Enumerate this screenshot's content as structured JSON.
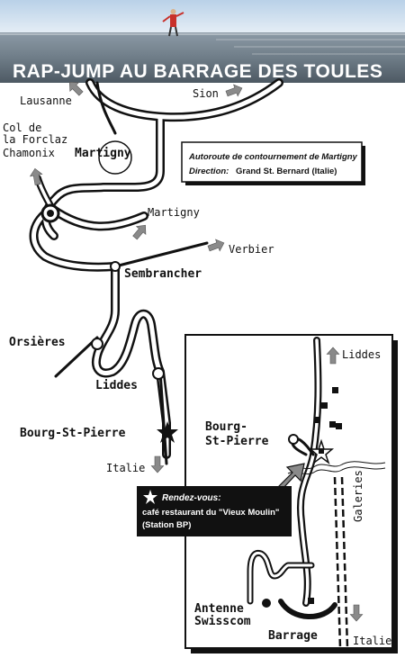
{
  "banner": {
    "title": "RAP-JUMP AU BARRAGE DES TOULES"
  },
  "places": {
    "lausanne": "Lausanne",
    "sion": "Sion",
    "col_forclaz_1": "Col de",
    "col_forclaz_2": "la Forclaz",
    "chamonix": "Chamonix",
    "martigny_top": "Martigny",
    "martigny_exit": "Martigny",
    "verbier": "Verbier",
    "sembrancher": "Sembrancher",
    "orsieres": "Orsières",
    "liddes": "Liddes",
    "bourg_st_pierre": "Bourg-St-Pierre",
    "italie": "Italie"
  },
  "info_box": {
    "line1": "Autoroute de contournement de Martigny",
    "line2_label": "Direction:",
    "line2_value": "Grand St. Bernard (Italie)"
  },
  "rendezvous": {
    "title": "Rendez-vous:",
    "line1": "café restaurant du \"Vieux Moulin\"",
    "line2": "(Station BP)"
  },
  "inset": {
    "liddes": "Liddes",
    "bourg_1": "Bourg-",
    "bourg_2": "St-Pierre",
    "galeries": "Galeries",
    "antenne_1": "Antenne",
    "antenne_2": "Swisscom",
    "barrage": "Barrage",
    "italie": "Italie"
  },
  "icons": [
    "arrow-icon",
    "star-icon",
    "roundabout-icon",
    "town-circle-icon",
    "antenna-dot-icon"
  ],
  "colors": {
    "road": "#111111",
    "road_fill": "#ffffff",
    "arrow_fill": "#8a8a8a",
    "sky": "#c9dced"
  }
}
